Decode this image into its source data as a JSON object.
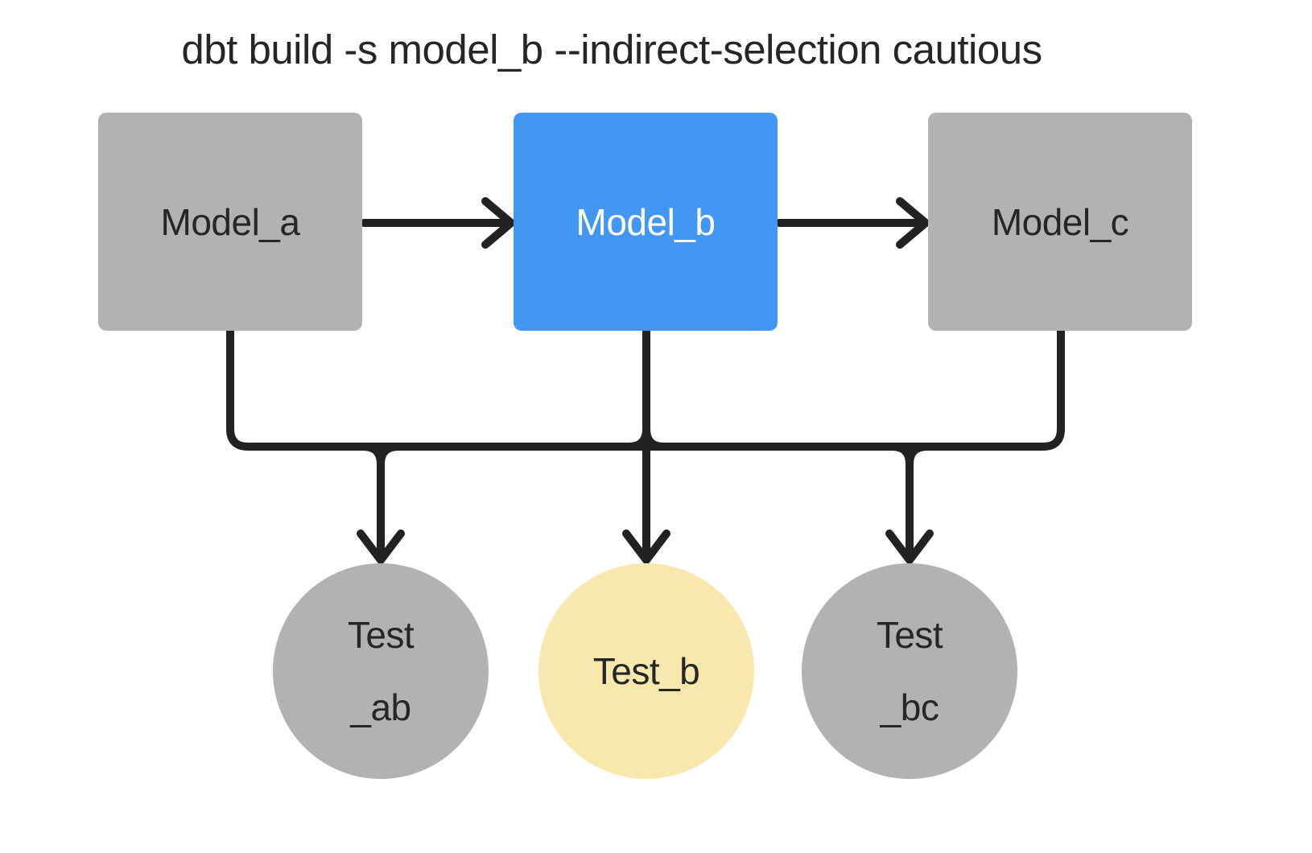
{
  "title": "dbt build -s model_b --indirect-selection cautious",
  "colors": {
    "background": "#ffffff",
    "node_gray": "#b2b2b2",
    "node_selected": "#4296f4",
    "node_indirect": "#f8e8ad",
    "edge": "#222222",
    "text_dark": "#262626",
    "text_light": "#ffffff"
  },
  "nodes": {
    "models": [
      {
        "id": "model_a",
        "label": "Model_a",
        "state": "unselected"
      },
      {
        "id": "model_b",
        "label": "Model_b",
        "state": "selected"
      },
      {
        "id": "model_c",
        "label": "Model_c",
        "state": "unselected"
      }
    ],
    "tests": [
      {
        "id": "test_ab",
        "label_line1": "Test",
        "label_line2": "_ab",
        "state": "unselected"
      },
      {
        "id": "test_b",
        "label": "Test_b",
        "state": "indirectly-selected"
      },
      {
        "id": "test_bc",
        "label_line1": "Test",
        "label_line2": "_bc",
        "state": "unselected"
      }
    ]
  },
  "edges": [
    {
      "from": "model_a",
      "to": "model_b"
    },
    {
      "from": "model_b",
      "to": "model_c"
    },
    {
      "from": "model_a",
      "to": "test_ab"
    },
    {
      "from": "model_b",
      "to": "test_ab"
    },
    {
      "from": "model_b",
      "to": "test_b"
    },
    {
      "from": "model_b",
      "to": "test_bc"
    },
    {
      "from": "model_c",
      "to": "test_bc"
    }
  ]
}
